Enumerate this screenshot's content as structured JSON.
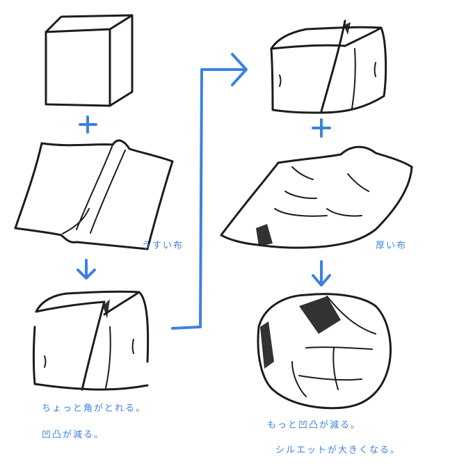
{
  "labels": {
    "thin_cloth": "うすい布",
    "thick_cloth": "厚い布",
    "left_result_1": "ちょっと角がとれる。",
    "left_result_2": "凹凸が減る。",
    "right_result_1": "もっと凹凸が減る。",
    "right_result_2": "シルエットが大きくなる。"
  },
  "colors": {
    "ink": "#1c1c1c",
    "accent": "#3b82e0",
    "background": "#ffffff"
  }
}
